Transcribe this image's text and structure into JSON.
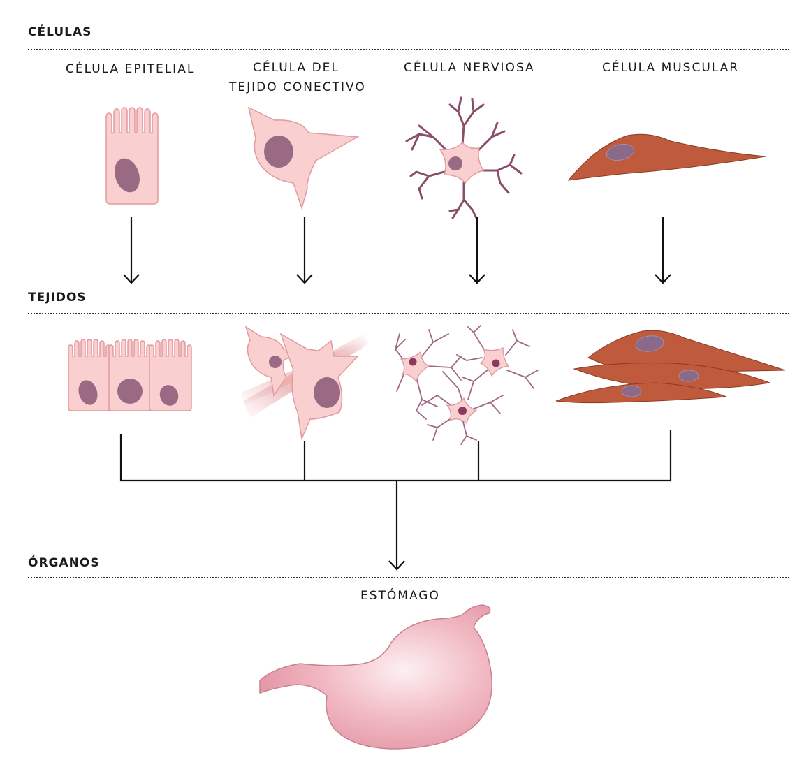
{
  "sections": {
    "cells": "CÉLULAS",
    "tissues": "TEJIDOS",
    "organs": "ÓRGANOS"
  },
  "cell_labels": {
    "epithelial": "CÉLULA EPITELIAL",
    "connective_line1": "CÉLULA DEL",
    "connective_line2": "TEJIDO CONECTIVO",
    "nerve": "CÉLULA NERVIOSA",
    "muscle": "CÉLULA MUSCULAR"
  },
  "organ_label": "ESTÓMAGO",
  "colors": {
    "cell_fill": "#f9cfcf",
    "cell_stroke": "#e29a9f",
    "nucleus": "#9a6a84",
    "nerve_branch": "#8a4d6a",
    "muscle": "#c05a3c",
    "muscle_nucleus": "#8a6a88",
    "stomach": "#eaaab4"
  }
}
